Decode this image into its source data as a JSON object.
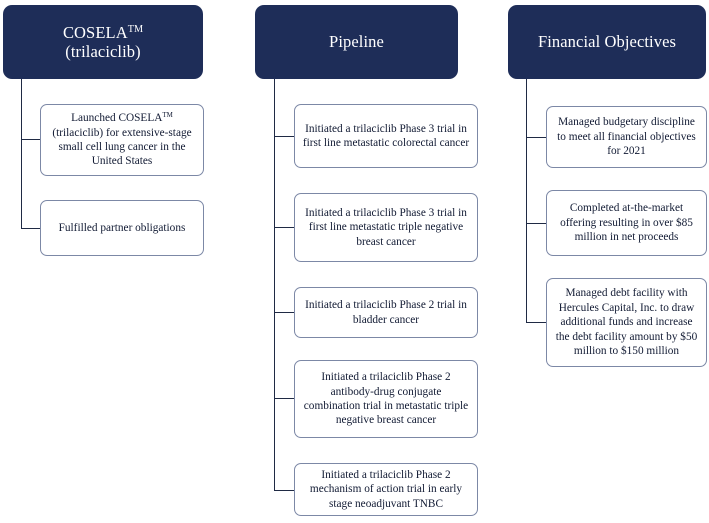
{
  "diagram": {
    "title": "COSELA (trilaciclib) 2021 Highlights Organizational Chart",
    "colors": {
      "header_fill": "#1e2d58",
      "header_text": "#ffffff",
      "leaf_border": "#7c88a6",
      "leaf_text": "#111a33",
      "connector": "#1f2a44",
      "background": "#ffffff"
    },
    "columns": [
      {
        "id": "cosela",
        "header": {
          "line1": "COSELA",
          "line1_superscript": "TM",
          "line2": "(trilaciclib)"
        },
        "items": [
          {
            "text": "Launched COSELA",
            "superscript": "TM",
            "text_after": "(trilaciclib) for extensive-stage small cell lung cancer in the United States",
            "full_text": "Launched COSELA™ (trilaciclib) for extensive-stage small cell lung cancer in the United States"
          },
          {
            "full_text": "Fulfilled partner obligations"
          }
        ]
      },
      {
        "id": "pipeline",
        "header": {
          "line1": "Pipeline"
        },
        "items": [
          {
            "full_text": "Initiated a trilaciclib Phase 3 trial in first line metastatic colorectal cancer"
          },
          {
            "full_text": "Initiated a trilaciclib Phase 3 trial in first line metastatic triple negative breast cancer"
          },
          {
            "full_text": "Initiated a trilaciclib Phase 2 trial in bladder cancer"
          },
          {
            "full_text": "Initiated a trilaciclib Phase 2 antibody-drug conjugate combination trial in metastatic triple negative breast cancer"
          },
          {
            "full_text": "Initiated a trilaciclib Phase 2 mechanism of action trial in early stage neoadjuvant TNBC"
          }
        ]
      },
      {
        "id": "financial-objectives",
        "header": {
          "line1": "Financial Objectives"
        },
        "items": [
          {
            "full_text": "Managed budgetary discipline to meet all financial objectives for 2021"
          },
          {
            "full_text": "Completed at-the-market offering resulting in over $85 million in net proceeds"
          },
          {
            "full_text": "Managed debt facility with Hercules Capital, Inc. to draw additional funds and increase the debt facility amount by $50 million to $150 million"
          }
        ]
      }
    ]
  }
}
